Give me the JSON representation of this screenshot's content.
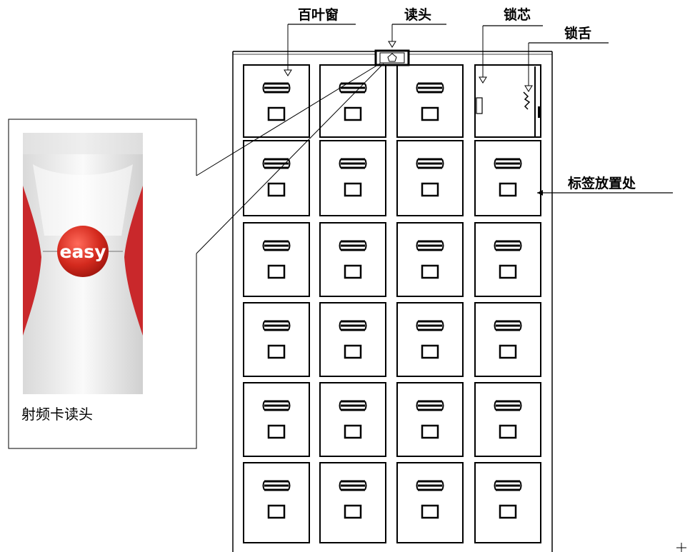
{
  "labels": {
    "louver": "百叶窗",
    "reader": "读头",
    "lock_core": "锁芯",
    "latch": "锁舌",
    "tag_area": "标签放置处"
  },
  "inset": {
    "logo_text": "easy",
    "caption": "射频卡读头"
  },
  "cabinet": {
    "columns": 4,
    "rows": 6,
    "open_door": {
      "row": 1,
      "column": 4
    }
  },
  "colors": {
    "line": "#000000",
    "door_fill": "#ffffff",
    "reader_red": "#c9282b",
    "reader_body": "#eeeeee"
  }
}
